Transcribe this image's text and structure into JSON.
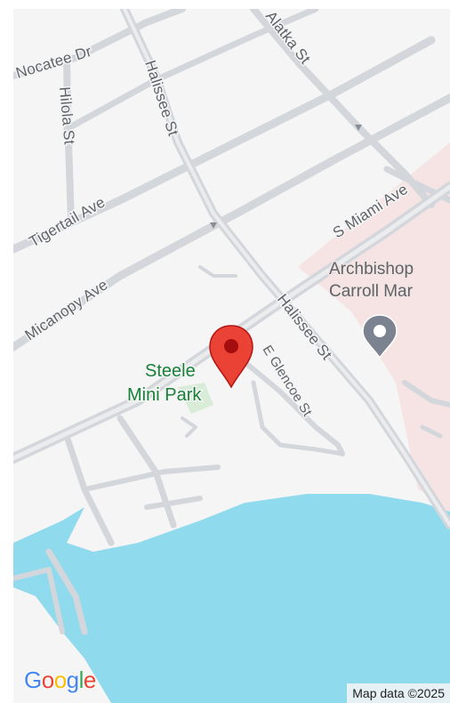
{
  "map": {
    "streets": {
      "nocatee": "Nocatee Dr",
      "hilola": "Hilola St",
      "halissee_north": "Halissee St",
      "alatka": "Alatka St",
      "tigertail": "Tigertail Ave",
      "micanopy": "Micanopy Ave",
      "s_miami": "S Miami Ave",
      "halissee_south": "Halissee St",
      "glencoe": "E Glencoe St"
    },
    "poi": {
      "line1": "Archbishop",
      "line2": "Carroll Mar",
      "icon": "poi-pin-icon"
    },
    "park": {
      "line1": "Steele",
      "line2": "Mini Park"
    },
    "marker": {
      "icon": "location-pin-icon",
      "color": "#ea4335"
    },
    "colors": {
      "land": "#f5f5f5",
      "road": "#dadce0",
      "road_edge": "#c9ccd1",
      "water": "#90daee",
      "park": "#d8ecd8",
      "poi_area": "#f6e4e4",
      "marker": "#ea4335"
    }
  },
  "branding": {
    "logo_letters": [
      "G",
      "o",
      "o",
      "g",
      "l",
      "e"
    ],
    "logo_colors": [
      "#4285f4",
      "#ea4335",
      "#fbbc05",
      "#4285f4",
      "#34a853",
      "#ea4335"
    ]
  },
  "attribution": "Map data ©2025"
}
